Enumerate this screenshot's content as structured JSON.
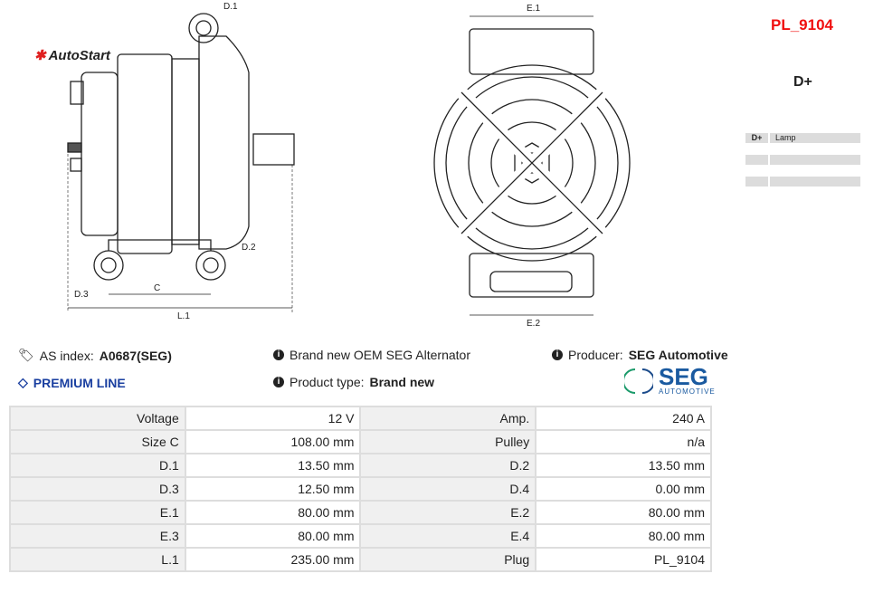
{
  "brand": "AutoStart",
  "plug": {
    "title": "PL_9104",
    "terminal": "D+",
    "pins": [
      {
        "code": "D+",
        "desc": "Lamp"
      },
      {
        "code": "",
        "desc": ""
      },
      {
        "code": "",
        "desc": ""
      }
    ]
  },
  "dims": {
    "d1": "D.1",
    "d2": "D.2",
    "d3": "D.3",
    "c": "C",
    "l1": "L.1",
    "e1": "E.1",
    "e2": "E.2"
  },
  "info": {
    "as_label": "AS index:",
    "as_value": "A0687(SEG)",
    "premium": "PREMIUM LINE",
    "desc": "Brand new OEM SEG Alternator",
    "type_label": "Product type:",
    "type_value": "Brand new",
    "producer_label": "Producer:",
    "producer_value": "SEG Automotive",
    "seg_logo": "SEG",
    "seg_sub": "AUTOMOTIVE"
  },
  "specs": [
    [
      "Voltage",
      "12 V",
      "Amp.",
      "240 A"
    ],
    [
      "Size C",
      "108.00 mm",
      "Pulley",
      "n/a"
    ],
    [
      "D.1",
      "13.50 mm",
      "D.2",
      "13.50 mm"
    ],
    [
      "D.3",
      "12.50 mm",
      "D.4",
      "0.00 mm"
    ],
    [
      "E.1",
      "80.00 mm",
      "E.2",
      "80.00 mm"
    ],
    [
      "E.3",
      "80.00 mm",
      "E.4",
      "80.00 mm"
    ],
    [
      "L.1",
      "235.00 mm",
      "Plug",
      "PL_9104"
    ]
  ]
}
